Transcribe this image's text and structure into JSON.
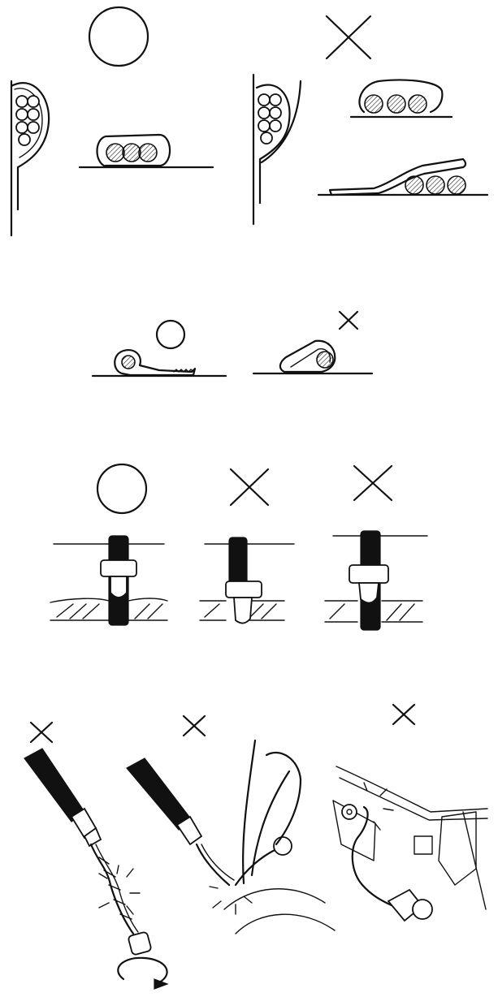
{
  "figure": {
    "panels": [
      {
        "id": "harness-clamp-routing",
        "correct_marks": 1,
        "incorrect_marks": 1
      },
      {
        "id": "clamp-crimp",
        "correct_marks": 1,
        "incorrect_marks": 1
      },
      {
        "id": "strap-tie",
        "correct_marks": 1,
        "incorrect_marks": 2
      },
      {
        "id": "cable-handling",
        "correct_marks": 0,
        "incorrect_marks": 3
      }
    ],
    "symbols": {
      "correct": "circle",
      "incorrect": "cross"
    },
    "line_color": "#111111",
    "strap_color": "#111111"
  }
}
